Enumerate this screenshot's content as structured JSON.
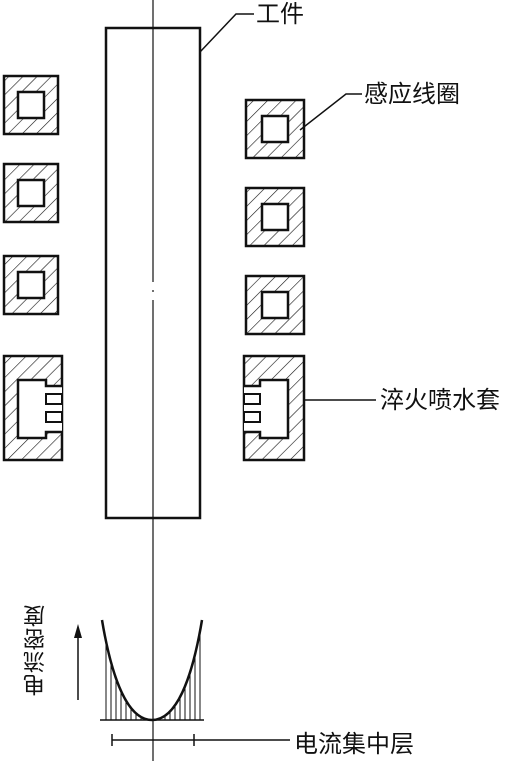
{
  "labels": {
    "workpiece": "工件",
    "induction_coil": "感应线圈",
    "quench_jacket": "淬火喷水套",
    "current_layer": "电流集中层",
    "current_density": "电流密度"
  },
  "colors": {
    "line": "#111111",
    "background": "#ffffff"
  }
}
